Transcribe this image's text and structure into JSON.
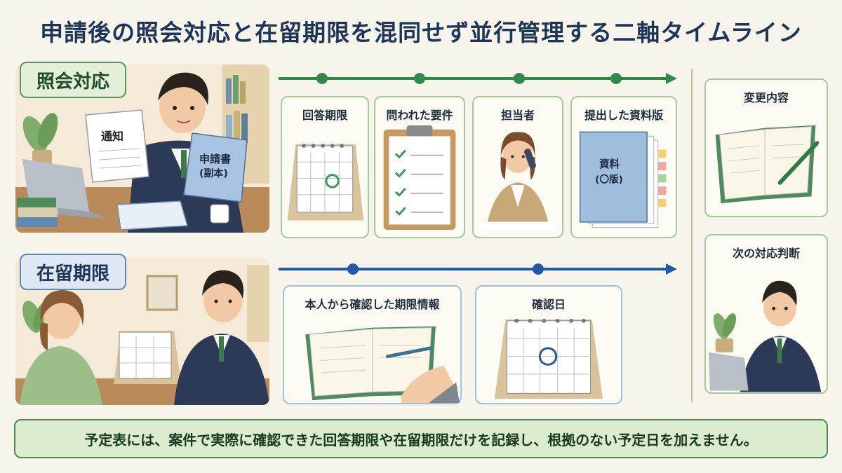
{
  "title": "申請後の照会対応と在留期限を混同せず並行管理する二軸タイムライン",
  "lanes": {
    "inquiry": {
      "label": "照会対応",
      "scene_notice": "通知",
      "scene_copy_line1": "申請書",
      "scene_copy_line2": "(副本)",
      "cards": [
        {
          "label": "回答期限"
        },
        {
          "label": "問われた要件"
        },
        {
          "label": "担当者"
        },
        {
          "label": "提出した資料版",
          "doc_line1": "資料",
          "doc_line2": "(〇版)"
        }
      ]
    },
    "residence": {
      "label": "在留期限",
      "cards": [
        {
          "label": "本人から確認した期限情報"
        },
        {
          "label": "確認日"
        }
      ]
    }
  },
  "side": {
    "change": {
      "label": "変更内容"
    },
    "next": {
      "label": "次の対応判断"
    }
  },
  "footer_note": "予定表には、案件で実際に確認できた回答期限や在留期限だけを記録し、根拠のない予定日を加えません。",
  "colors": {
    "green_accent": "#2f8a4a",
    "blue_accent": "#2458a6",
    "title": "#1d3557",
    "paper": "#fbfaf3"
  }
}
